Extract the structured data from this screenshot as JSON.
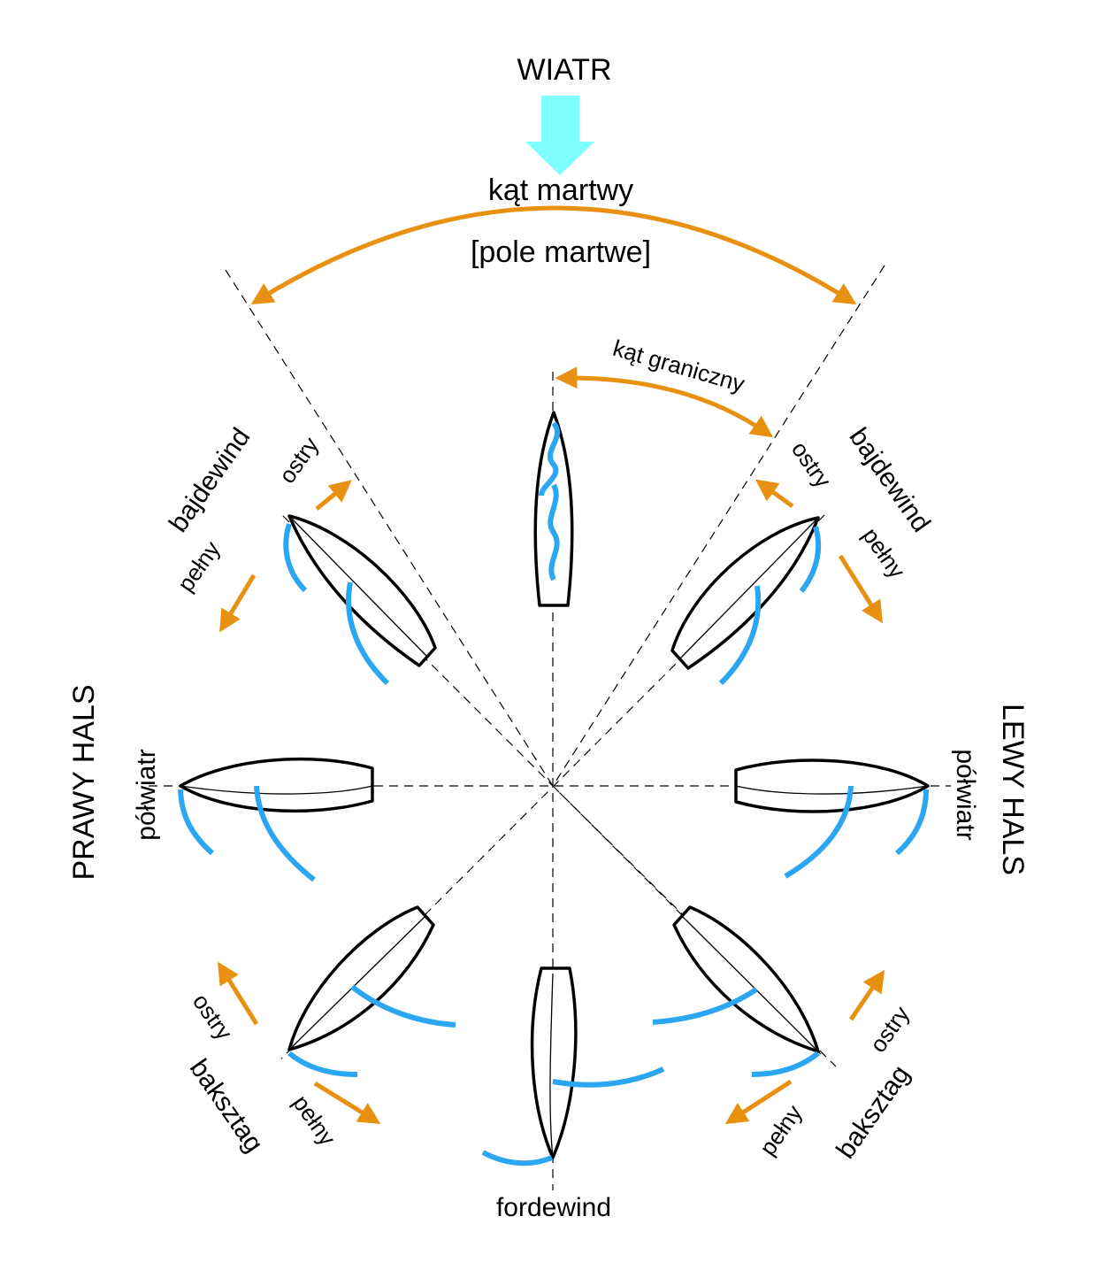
{
  "title": "WIATR",
  "colors": {
    "wind_arrow": "#80ffff",
    "direction_arrows": "#e8900f",
    "sails": "#2aa6f2",
    "hull_outline": "#000000"
  },
  "labels": {
    "dead_angle": "kąt martwy",
    "dead_zone": "[pole martwe]",
    "limit_angle": "kąt graniczny",
    "starboard_tack": "PRAWY HALS",
    "port_tack": "LEWY HALS",
    "bajdewind_left": "bajdewind",
    "bajdewind_right": "bajdewind",
    "ostry_upper_left": "ostry",
    "ostry_upper_right": "ostry",
    "pelny_upper_left": "pełny",
    "pelny_upper_right": "pełny",
    "polwiatr_left": "półwiatr",
    "polwiatr_right": "półwiatr",
    "ostry_lower_left": "ostry",
    "ostry_lower_right": "ostry",
    "baksztag_left": "baksztag",
    "baksztag_right": "baksztag",
    "pelny_lower_left": "pełny",
    "pelny_lower_right": "pełny",
    "fordewind": "fordewind"
  }
}
